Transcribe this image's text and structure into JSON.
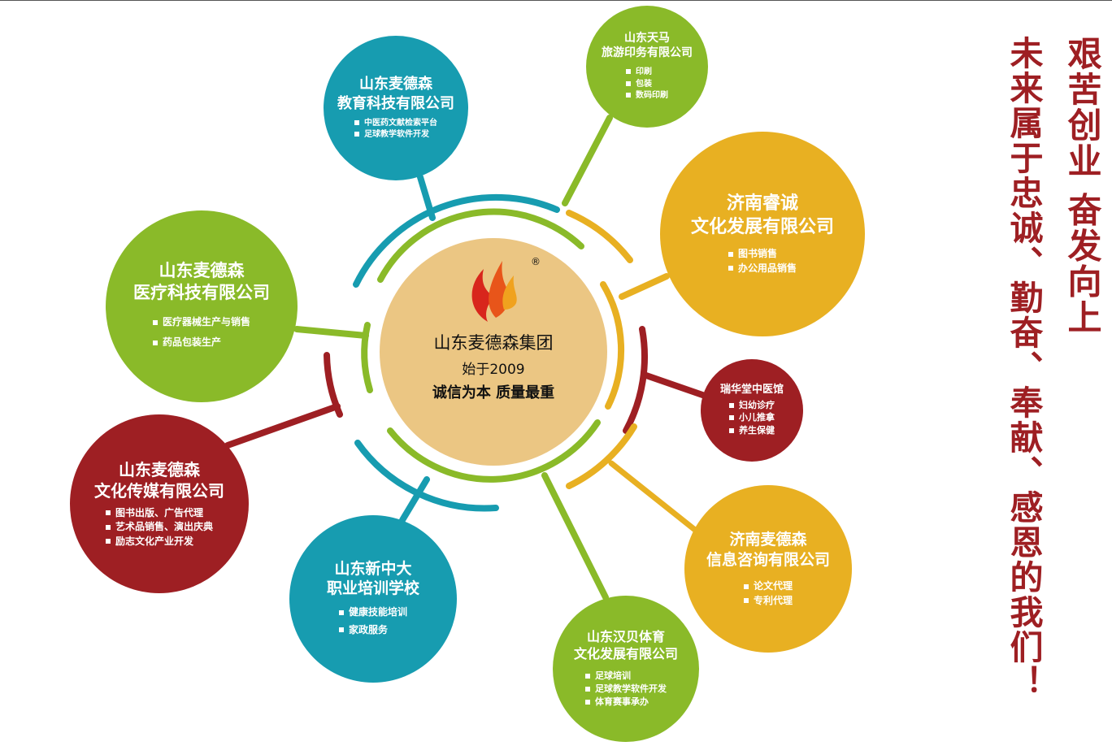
{
  "center": {
    "name": "山东麦德森集团",
    "since": "始于2009",
    "motto": "诚信为本 质量最重",
    "logo": "flame-logo",
    "registered": "®"
  },
  "colors": {
    "teal": "#179cb0",
    "green": "#8aba29",
    "orange": "#e8b022",
    "red": "#9e1f23",
    "center": "#ebc683"
  },
  "companies": [
    {
      "title1": "山东麦德森",
      "title2": "教育科技有限公司",
      "items": [
        "中医药文献检索平台",
        "足球教学软件开发"
      ]
    },
    {
      "title1": "山东天马",
      "title2": "旅游印务有限公司",
      "items": [
        "印刷",
        "包装",
        "数码印刷"
      ]
    },
    {
      "title1": "济南睿诚",
      "title2": "文化发展有限公司",
      "items": [
        "图书销售",
        "办公用品销售"
      ]
    },
    {
      "title1": "山东麦德森",
      "title2": "医疗科技有限公司",
      "items": [
        "医疗器械生产与销售",
        "药品包装生产"
      ]
    },
    {
      "title1": "瑞华堂中医馆",
      "items": [
        "妇幼诊疗",
        "小儿推拿",
        "养生保健"
      ]
    },
    {
      "title1": "山东麦德森",
      "title2": "文化传媒有限公司",
      "items": [
        "图书出版、广告代理",
        "艺术品销售、演出庆典",
        "励志文化产业开发"
      ]
    },
    {
      "title1": "山东新中大",
      "title2": "职业培训学校",
      "items": [
        "健康技能培训",
        "家政服务"
      ]
    },
    {
      "title1": "济南麦德森",
      "title2": "信息咨询有限公司",
      "items": [
        "论文代理",
        "专利代理"
      ]
    },
    {
      "title1": "山东汉贝体育",
      "title2": "文化发展有限公司",
      "items": [
        "足球培训",
        "足球教学软件开发",
        "体育赛事承办"
      ]
    }
  ],
  "slogans": {
    "line1": "艰苦创业 奋发向上",
    "line2": "未来属于忠诚、勤奋、奉献、感恩的我们！"
  }
}
